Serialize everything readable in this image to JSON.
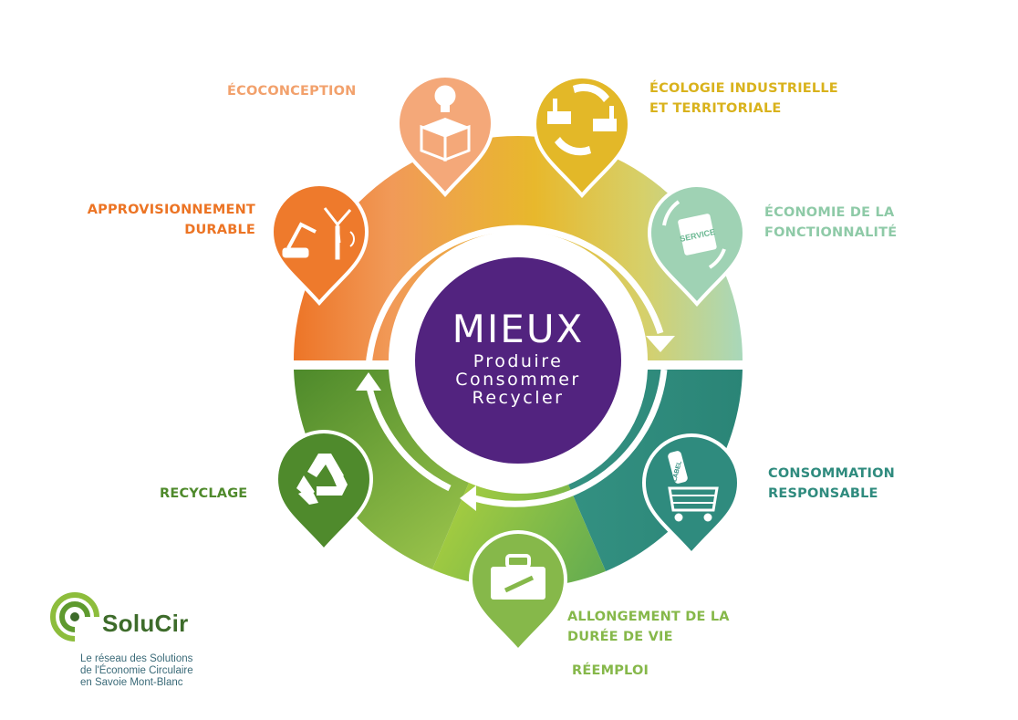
{
  "center": {
    "title": "MIEUX",
    "lines": [
      "Produire",
      "Consommer",
      "Recycler"
    ]
  },
  "labels": {
    "ecoconception": [
      "ÉCOCONCEPTION"
    ],
    "ecologie": [
      "ÉCOLOGIE INDUSTRIELLE",
      "ET TERRITORIALE"
    ],
    "approvisionnement": [
      "APPROVISIONNEMENT",
      "DURABLE"
    ],
    "fonctionnalite": [
      "ÉCONOMIE DE LA",
      "FONCTIONNALITÉ"
    ],
    "recyclage": [
      "RECYCLAGE"
    ],
    "consommation": [
      "CONSOMMATION",
      "RESPONSABLE"
    ],
    "allongement": [
      "ALLONGEMENT DE LA",
      "DURÉE DE VIE"
    ],
    "reemploi": [
      "RÉEMPLOI"
    ]
  },
  "icon_text": {
    "service": "SERVICE",
    "label": "LABEL"
  },
  "logo": {
    "name": "SoluCir",
    "tagline": [
      "Le réseau des Solutions",
      "de l'Économie Circulaire",
      "en Savoie Mont-Blanc"
    ]
  },
  "colors": {
    "orange": "#ec7424",
    "peach": "#f4a879",
    "yellow": "#e3b828",
    "mint": "#9fd2b4",
    "teal": "#2f8b7e",
    "lime": "#8dbd3c",
    "green": "#4f8a2c",
    "purple": "#52237f"
  }
}
